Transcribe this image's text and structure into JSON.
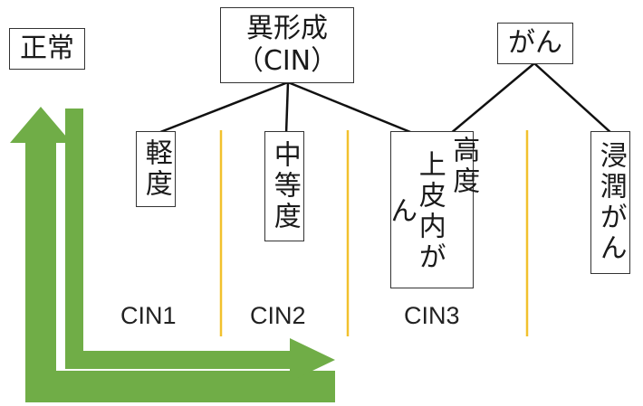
{
  "normal": "正常",
  "dysplasia": {
    "line1": "異形成",
    "line2": "（CIN）"
  },
  "cancer": "がん",
  "stages": [
    {
      "text": "軽度"
    },
    {
      "text": "中等度"
    },
    {
      "text": "高度"
    },
    {
      "text": "上皮内がん"
    },
    {
      "text": "浸潤がん"
    }
  ],
  "cin_labels": [
    "CIN1",
    "CIN2",
    "CIN3"
  ],
  "colors": {
    "arrow": "#70ad47",
    "divider": "#f2c12e",
    "line": "#111111"
  }
}
